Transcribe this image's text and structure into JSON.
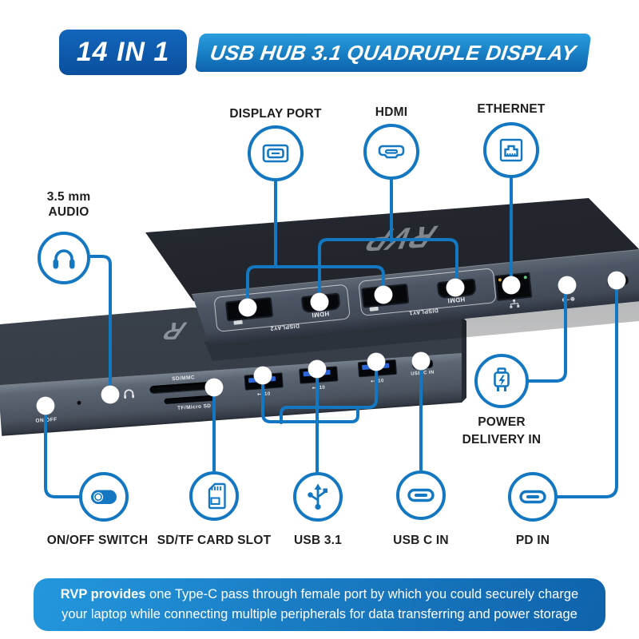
{
  "banner": {
    "badge": "14 IN 1",
    "title": "USB HUB 3.1 QUADRUPLE DISPLAY"
  },
  "callouts": {
    "display_port": "DISPLAY PORT",
    "hdmi": "HDMI",
    "ethernet": "ETHERNET",
    "audio_line1": "3.5 mm",
    "audio_line2": "AUDIO",
    "power_line1": "POWER",
    "power_line2": "DELIVERY IN",
    "on_off": "ON/OFF SWITCH",
    "sd_tf": "SD/TF CARD SLOT",
    "usb31": "USB 3.1",
    "usb_c_in": "USB C IN",
    "pd_in": "PD IN"
  },
  "device": {
    "brand": "RVP",
    "brand_partial": "R",
    "rear": {
      "display1": "DISPLAY1",
      "display2": "DISPLAY2",
      "hdmi": "HDMI",
      "polarity": "⊖–⊕"
    },
    "front": {
      "power": "ON/OFF",
      "sd": "SD/MMC",
      "tf": "TF/Micro SD",
      "usb_speed": "10",
      "usb_c": "USB C IN"
    }
  },
  "footer": {
    "bold": "RVP provides",
    "text": "one Type-C pass through female port by which you could securely charge your laptop while connecting multiple peripherals for data transferring and power storage"
  },
  "colors": {
    "accent": "#1377c2",
    "badge_bg": "#0e5aa9",
    "banner_top": "#2a9ddf",
    "banner_bottom": "#0e62ad",
    "label_text": "#1e1e1e"
  }
}
